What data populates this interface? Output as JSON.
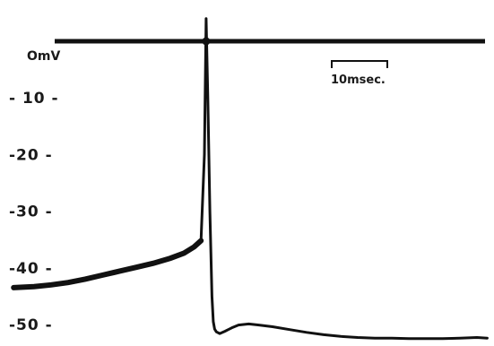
{
  "chart_data": {
    "type": "line",
    "title": "",
    "xlabel": "",
    "ylabel": "",
    "zero_label": "OmV",
    "ylim": [
      -53.5,
      5
    ],
    "xlim": [
      -60,
      85
    ],
    "y_ticks": [
      {
        "value": -10,
        "label": "- 10 -"
      },
      {
        "value": -20,
        "label": "-20 -"
      },
      {
        "value": -30,
        "label": "-30 -"
      },
      {
        "value": -40,
        "label": "-40 -"
      },
      {
        "value": -50,
        "label": "-50 -"
      }
    ],
    "scale_bar": {
      "label": "10msec.",
      "duration_ms": 10
    },
    "series": [
      {
        "x": [
          -56,
          -50,
          -45,
          -40,
          -35,
          -30,
          -25,
          -20,
          -15,
          -10,
          -6,
          -3,
          -1,
          0,
          0.5,
          1,
          1.6,
          2.2,
          2.6,
          3,
          3.5,
          4.5,
          6,
          8,
          10,
          13,
          16,
          20,
          25,
          30,
          35,
          40,
          45,
          50,
          55,
          60,
          65,
          70,
          75,
          80,
          83
        ],
        "y": [
          -43.5,
          -43.3,
          -43.0,
          -42.6,
          -42.0,
          -41.3,
          -40.6,
          -39.9,
          -39.2,
          -38.3,
          -37.4,
          -36.3,
          -35.2,
          -20,
          4,
          -10,
          -30,
          -45,
          -49.5,
          -50.8,
          -51.3,
          -51.6,
          -51.2,
          -50.6,
          -50.1,
          -49.9,
          -50.1,
          -50.4,
          -50.9,
          -51.4,
          -51.8,
          -52.1,
          -52.3,
          -52.4,
          -52.4,
          -52.5,
          -52.5,
          -52.5,
          -52.4,
          -52.3,
          -52.4
        ]
      }
    ],
    "colors": {
      "trace": "#111111",
      "axis": "#111111"
    }
  }
}
